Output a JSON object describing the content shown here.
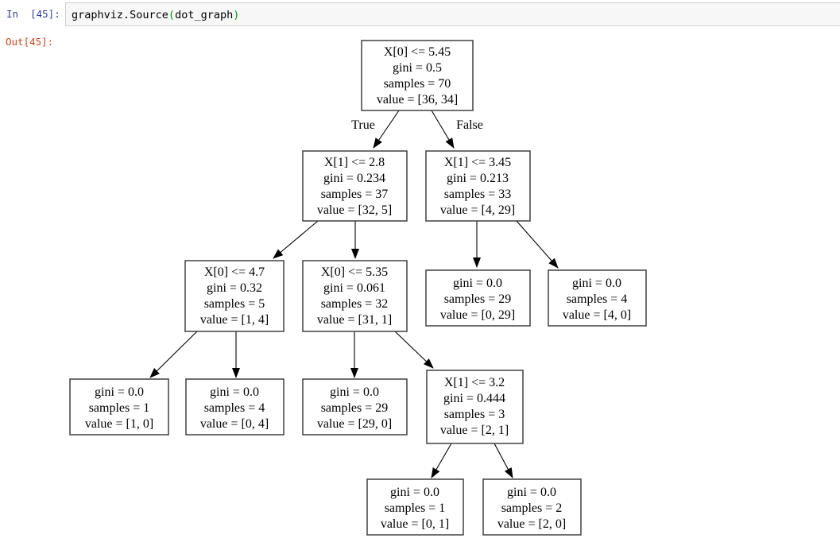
{
  "notebook": {
    "input_prompt": "In  [45]:",
    "output_prompt": "Out[45]:",
    "code": {
      "function": "graphviz.Source",
      "open_paren": "(",
      "argument": "dot_graph",
      "close_paren": ")"
    }
  },
  "colors": {
    "input_prompt": "#303F9F",
    "output_prompt": "#D84315",
    "matched_bracket": "#00A000",
    "input_cell_bg": "#F7F7F7",
    "input_cell_border": "#CFCFCF",
    "node_border": "#333333"
  },
  "tree": {
    "edge_labels": [
      {
        "text": "True"
      },
      {
        "text": "False"
      }
    ],
    "nodes": [
      {
        "id": "root",
        "lines": [
          "X[0] <= 5.45",
          "gini = 0.5",
          "samples = 70",
          "value = [36, 34]"
        ]
      },
      {
        "id": "d1-left",
        "lines": [
          "X[1] <= 2.8",
          "gini = 0.234",
          "samples = 37",
          "value = [32, 5]"
        ]
      },
      {
        "id": "d1-right",
        "lines": [
          "X[1] <= 3.45",
          "gini = 0.213",
          "samples = 33",
          "value = [4, 29]"
        ]
      },
      {
        "id": "d2-a",
        "lines": [
          "X[0] <= 4.7",
          "gini = 0.32",
          "samples = 5",
          "value = [1, 4]"
        ]
      },
      {
        "id": "d2-b",
        "lines": [
          "X[0] <= 5.35",
          "gini = 0.061",
          "samples = 32",
          "value = [31, 1]"
        ]
      },
      {
        "id": "leaf-c",
        "lines": [
          "gini = 0.0",
          "samples = 29",
          "value = [0, 29]"
        ]
      },
      {
        "id": "leaf-d",
        "lines": [
          "gini = 0.0",
          "samples = 4",
          "value = [4, 0]"
        ]
      },
      {
        "id": "leaf-e",
        "lines": [
          "gini = 0.0",
          "samples = 1",
          "value = [1, 0]"
        ]
      },
      {
        "id": "leaf-f",
        "lines": [
          "gini = 0.0",
          "samples = 4",
          "value = [0, 4]"
        ]
      },
      {
        "id": "leaf-g",
        "lines": [
          "gini = 0.0",
          "samples = 29",
          "value = [29, 0]"
        ]
      },
      {
        "id": "d3-h",
        "lines": [
          "X[1] <= 3.2",
          "gini = 0.444",
          "samples = 3",
          "value = [2, 1]"
        ]
      },
      {
        "id": "leaf-i",
        "lines": [
          "gini = 0.0",
          "samples = 1",
          "value = [0, 1]"
        ]
      },
      {
        "id": "leaf-j",
        "lines": [
          "gini = 0.0",
          "samples = 2",
          "value = [2, 0]"
        ]
      }
    ]
  }
}
